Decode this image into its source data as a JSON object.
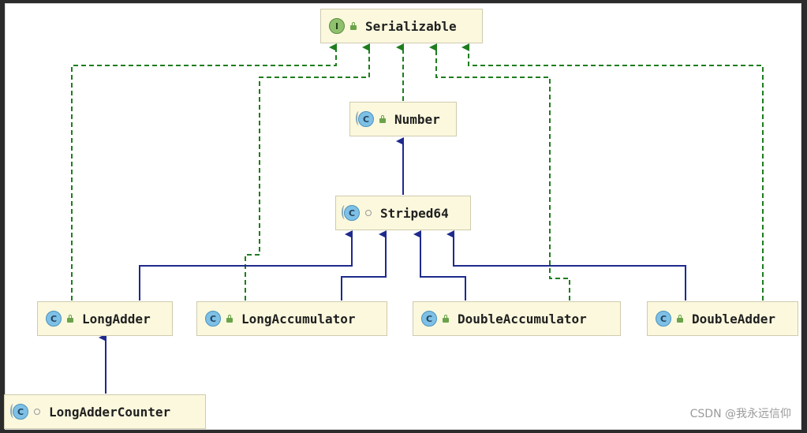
{
  "colors": {
    "implements_edge": "#1e7d1e",
    "extends_edge": "#1e2a8c",
    "node_fill": "#fbf8dd"
  },
  "nodes": {
    "serializable": {
      "kind": "interface",
      "kind_letter": "I",
      "visibility": "public",
      "name": "Serializable"
    },
    "number": {
      "kind": "class",
      "kind_letter": "C",
      "visibility": "public",
      "name": "Number"
    },
    "striped64": {
      "kind": "class",
      "kind_letter": "C",
      "visibility": "package-private",
      "name": "Striped64"
    },
    "longadder": {
      "kind": "class",
      "kind_letter": "C",
      "visibility": "public",
      "name": "LongAdder"
    },
    "longaccumulator": {
      "kind": "class",
      "kind_letter": "C",
      "visibility": "public",
      "name": "LongAccumulator"
    },
    "doubleaccumulator": {
      "kind": "class",
      "kind_letter": "C",
      "visibility": "public",
      "name": "DoubleAccumulator"
    },
    "doubleadder": {
      "kind": "class",
      "kind_letter": "C",
      "visibility": "public",
      "name": "DoubleAdder"
    },
    "longaddercounter": {
      "kind": "class",
      "kind_letter": "C",
      "visibility": "package-private",
      "name": "LongAdderCounter"
    }
  },
  "relations": [
    {
      "from": "number",
      "to": "serializable",
      "type": "implements"
    },
    {
      "from": "longadder",
      "to": "serializable",
      "type": "implements"
    },
    {
      "from": "longaccumulator",
      "to": "serializable",
      "type": "implements"
    },
    {
      "from": "doubleaccumulator",
      "to": "serializable",
      "type": "implements"
    },
    {
      "from": "doubleadder",
      "to": "serializable",
      "type": "implements"
    },
    {
      "from": "striped64",
      "to": "number",
      "type": "extends"
    },
    {
      "from": "longadder",
      "to": "striped64",
      "type": "extends"
    },
    {
      "from": "longaccumulator",
      "to": "striped64",
      "type": "extends"
    },
    {
      "from": "doubleaccumulator",
      "to": "striped64",
      "type": "extends"
    },
    {
      "from": "doubleadder",
      "to": "striped64",
      "type": "extends"
    },
    {
      "from": "longaddercounter",
      "to": "longadder",
      "type": "extends"
    }
  ],
  "watermark": "CSDN @我永远信仰"
}
